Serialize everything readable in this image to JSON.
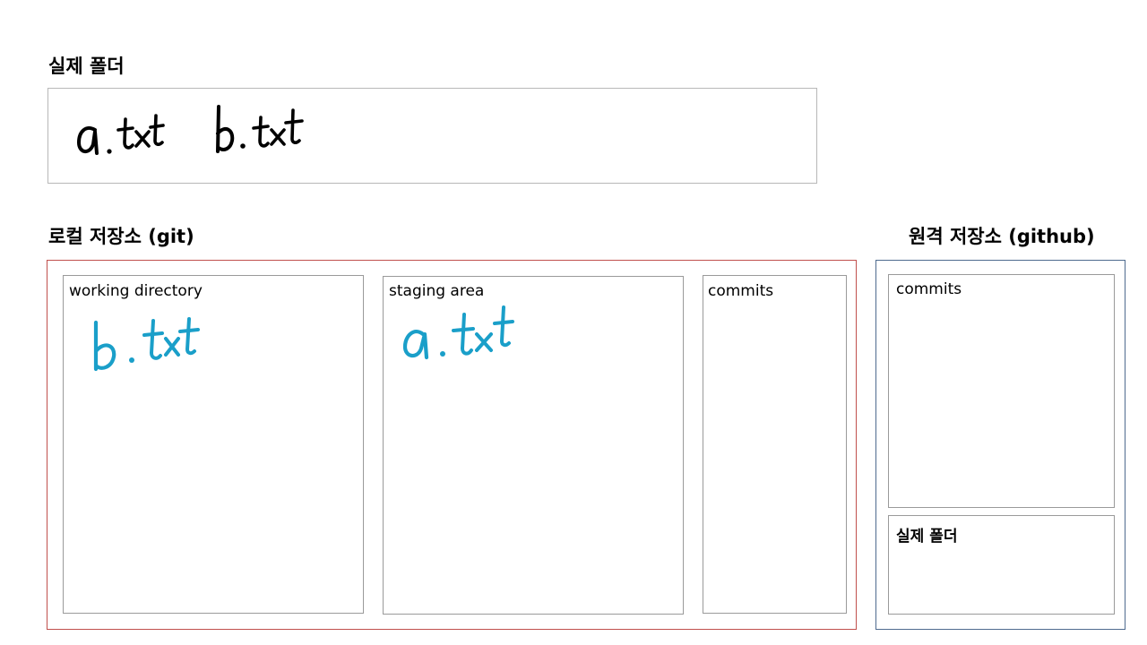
{
  "real_folder": {
    "title": "실제 폴더",
    "files": [
      "a.txt",
      "b.txt"
    ]
  },
  "local_repo": {
    "title": "로컬 저장소 (git)",
    "working_directory": {
      "label": "working directory",
      "files": [
        "b.txt"
      ]
    },
    "staging_area": {
      "label": "staging area",
      "files": [
        "a.txt"
      ]
    },
    "commits": {
      "label": "commits",
      "files": []
    }
  },
  "remote_repo": {
    "title": "원격 저장소 (github)",
    "commits": {
      "label": "commits"
    },
    "real_folder": {
      "label": "실제 폴더"
    }
  },
  "colors": {
    "local_border": "#c0504d",
    "remote_border": "#4f6b8f",
    "box_border": "#9a9a9a",
    "handwriting_black": "#000000",
    "handwriting_blue": "#1a9fc9"
  }
}
